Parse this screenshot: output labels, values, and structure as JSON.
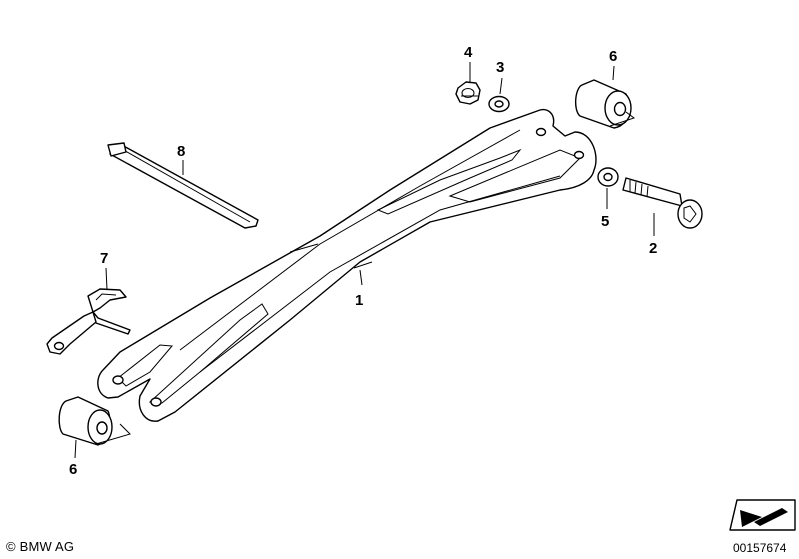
{
  "callouts": [
    {
      "id": "part-1",
      "label": "1"
    },
    {
      "id": "part-2",
      "label": "2"
    },
    {
      "id": "part-3",
      "label": "3"
    },
    {
      "id": "part-4",
      "label": "4"
    },
    {
      "id": "part-5",
      "label": "5"
    },
    {
      "id": "part-6-top",
      "label": "6"
    },
    {
      "id": "part-6-bottom",
      "label": "6"
    },
    {
      "id": "part-7",
      "label": "7"
    },
    {
      "id": "part-8",
      "label": "8"
    }
  ],
  "footer": {
    "copyright": "© BMW AG",
    "reference_number": "00157674"
  },
  "icons": {
    "direction": "arrow-icon"
  }
}
